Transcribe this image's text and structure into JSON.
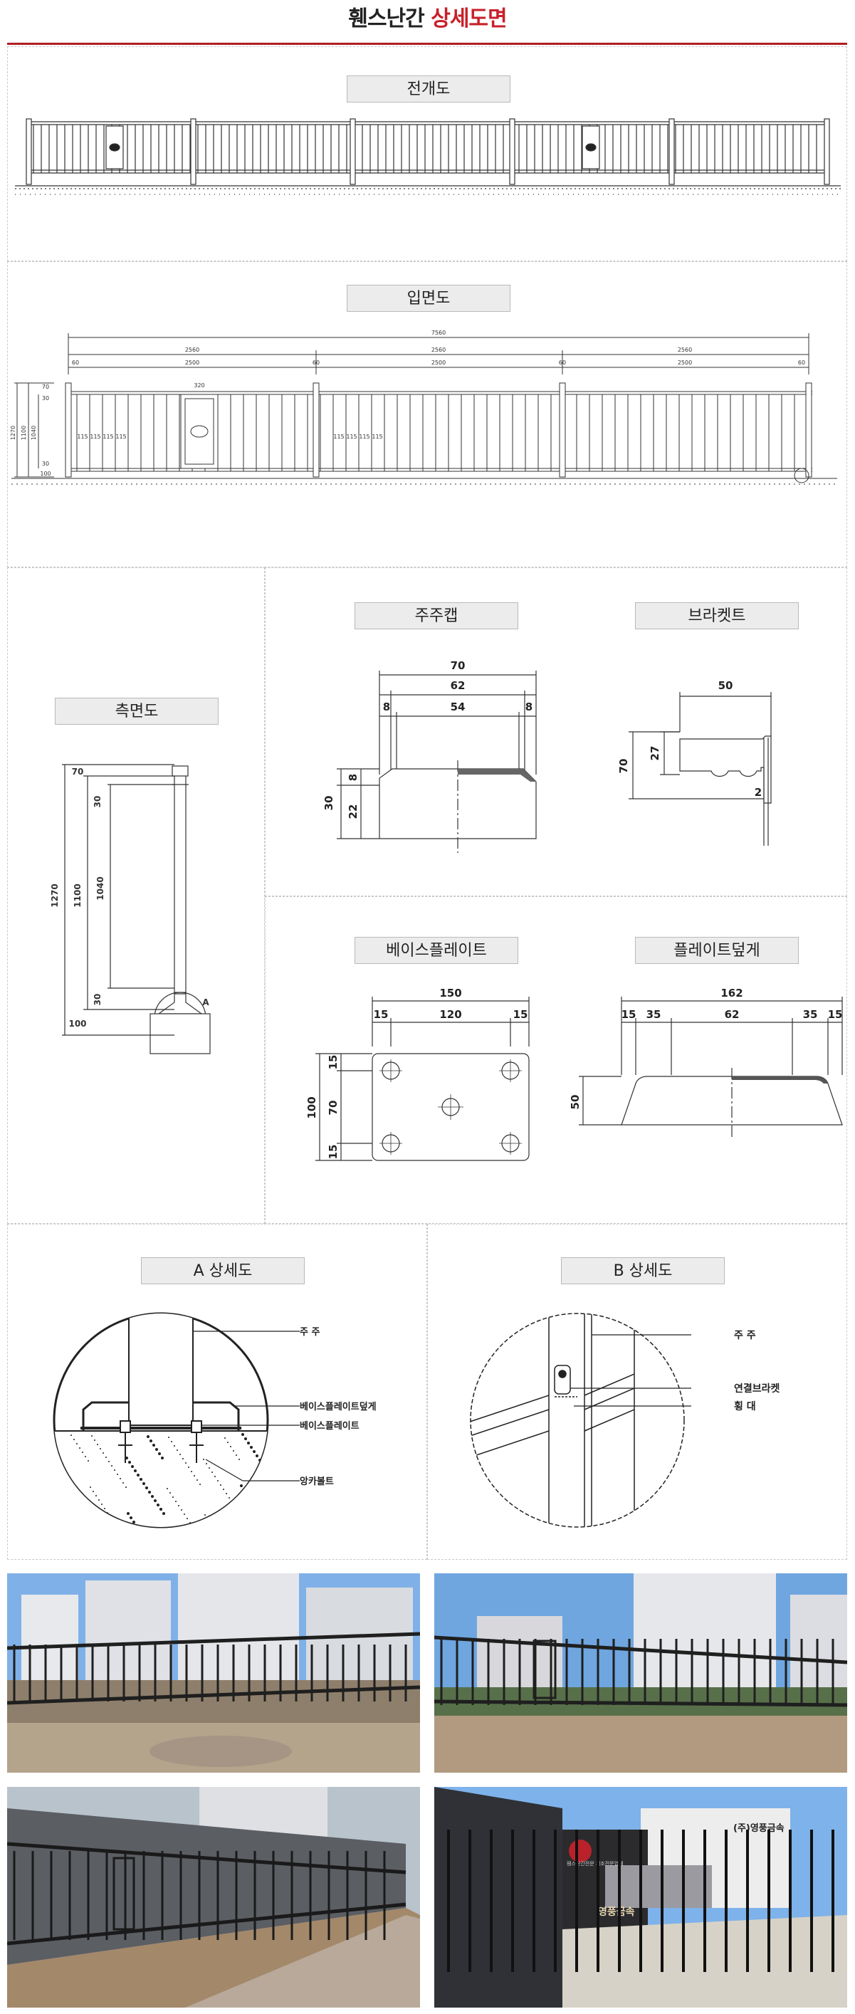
{
  "title": {
    "prefix": "휀스난간 ",
    "highlight": "상세도면"
  },
  "sections": {
    "overview": "전개도",
    "elevation": "입면도",
    "side": "측면도",
    "post_cap": "주주캡",
    "bracket": "브라켓트",
    "base_plate": "베이스플레이트",
    "plate_cover": "플레이트덮게",
    "detail_a": "A 상세도",
    "detail_b": "B 상세도"
  },
  "elevation_dims": {
    "total": "7560",
    "spans": [
      "2560",
      "2560",
      "2560"
    ],
    "inner": [
      "2500",
      "2500",
      "2500"
    ],
    "post": "60",
    "ornament": "320",
    "height": "1270",
    "h1": "1100",
    "h2": "1040",
    "top": "70",
    "rail_top": "30",
    "rail_bottom": "30",
    "bottom": "100",
    "pitch": "115"
  },
  "side_dims": {
    "top": "70",
    "r1": "30",
    "h_total": "1270",
    "h_mid": "1100",
    "h_inner": "1040",
    "r2": "30",
    "bottom": "100",
    "marker": "A"
  },
  "post_cap_dims": {
    "w": "70",
    "w_in": "62",
    "core": "54",
    "edge": "8",
    "h": "30",
    "h_top": "8",
    "h_body": "22"
  },
  "bracket_dims": {
    "w": "50",
    "h_slot": "27",
    "h": "70",
    "t": "2"
  },
  "base_plate_dims": {
    "w": "150",
    "edge": "15",
    "inner": "120",
    "h": "100",
    "mid": "70"
  },
  "plate_cover_dims": {
    "w": "162",
    "s1": "15",
    "s2": "35",
    "mid": "62",
    "h": "50"
  },
  "detail_a_labels": {
    "post": "주 주",
    "cover": "베이스플레이트덮게",
    "plate": "베이스플레이트",
    "anchor": "앙카볼트"
  },
  "detail_b_labels": {
    "post": "주 주",
    "bracket": "연결브라켓",
    "rail": "횡 대"
  },
  "photo_signs": {
    "brand": "영풍금속",
    "company": "(주)영풍금속",
    "sign_small": "휀스난간전문 제조전문업체"
  }
}
